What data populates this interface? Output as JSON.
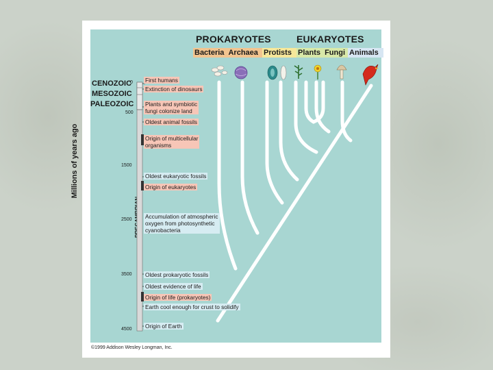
{
  "header": {
    "prokaryotes": "PROKARYOTES",
    "eukaryotes": "EUKARYOTES"
  },
  "groups": {
    "bacteria": "Bacteria",
    "archaea": "Archaea",
    "protists": "Protists",
    "plants": "Plants",
    "fungi": "Fungi",
    "animals": "Animals"
  },
  "eras": {
    "cenozoic": "CENOZOIC",
    "mesozoic": "MESOZOIC",
    "paleozoic": "PALEOZOIC",
    "precambrian": "PRECAMBRIAN"
  },
  "axis": {
    "label": "Millions of years ago",
    "ticks": [
      "0",
      "500",
      "1500",
      "2500",
      "3500",
      "4500"
    ]
  },
  "events": {
    "first_humans": "First humans",
    "extinction_dinosaurs": "Extinction of dinosaurs",
    "plants_fungi_1": "Plants and symbiotic",
    "plants_fungi_2": "fungi colonize land",
    "oldest_animal": "Oldest animal fossils",
    "multicellular_1": "Origin of multicellular",
    "multicellular_2": "organisms",
    "oldest_eukaryotic": "Oldest eukaryotic fossils",
    "origin_eukaryotes": "Origin of eukaryotes",
    "oxygen_1": "Accumulation of atmospheric",
    "oxygen_2": "oxygen from photosynthetic",
    "oxygen_3": "cyanobacteria",
    "oldest_prokaryotic": "Oldest prokaryotic fossils",
    "oldest_evidence": "Oldest evidence of life",
    "origin_life": "Origin of life (prokaryotes)",
    "earth_cool": "Earth cool enough for crust to solidify",
    "origin_earth": "Origin of Earth"
  },
  "copyright": "©1999 Addison Wesley Longman, Inc.",
  "colors": {
    "panel": "#a8d6d2",
    "tree": "#ffffff",
    "event_pink": "#f7c6b7",
    "event_blue": "#d6ecf2",
    "bacteria_archaea_band": "#f2c48f",
    "protists_band": "#f6e79a",
    "plants_fungi_band": "#d8e8a8",
    "animals_band": "#d7e6f3"
  }
}
